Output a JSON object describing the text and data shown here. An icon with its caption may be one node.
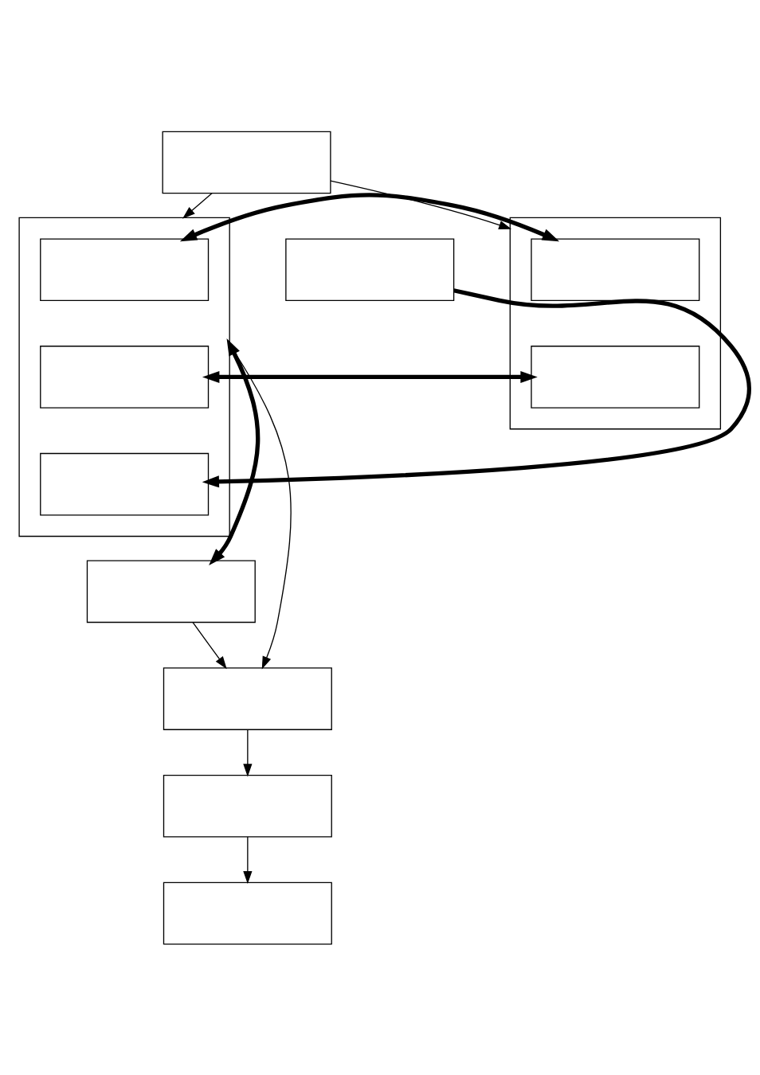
{
  "diagram": {
    "nodes": [
      {
        "text": [],
        "shape": "box"
      },
      {
        "text": [],
        "shape": "box"
      },
      {
        "text": [],
        "shape": "box",
        "in": 1
      },
      {
        "text": [],
        "shape": "box",
        "in": 1
      },
      {
        "text": [],
        "shape": "box",
        "in": 1
      },
      {
        "text": [],
        "shape": "box"
      },
      {
        "text": [],
        "shape": "box"
      },
      {
        "text": [],
        "shape": "box",
        "in": 6
      },
      {
        "text": [],
        "shape": "box",
        "in": 6
      },
      {
        "text": [],
        "shape": "box"
      },
      {
        "text": [],
        "shape": "box"
      },
      {
        "text": [],
        "shape": "box"
      },
      {
        "text": [],
        "shape": "box"
      }
    ],
    "edges": [
      {
        "from": 0,
        "to": 1,
        "arrow": "to"
      },
      {
        "from": 0,
        "to": 6,
        "arrow": "to"
      },
      {
        "from": 2,
        "to": 7,
        "arrow": "both",
        "style": "thick"
      },
      {
        "from": 3,
        "to": 8,
        "arrow": "both",
        "style": "thick"
      },
      {
        "from": 5,
        "to": 4,
        "arrow": "to",
        "style": "thick"
      },
      {
        "from": 1,
        "to": 9,
        "arrow": "both",
        "style": "thick"
      },
      {
        "from": 1,
        "to": 10,
        "arrow": "to"
      },
      {
        "from": 9,
        "to": 10,
        "arrow": "to"
      },
      {
        "from": 10,
        "to": 11,
        "arrow": "to"
      },
      {
        "from": 11,
        "to": 12,
        "arrow": "to"
      }
    ]
  }
}
